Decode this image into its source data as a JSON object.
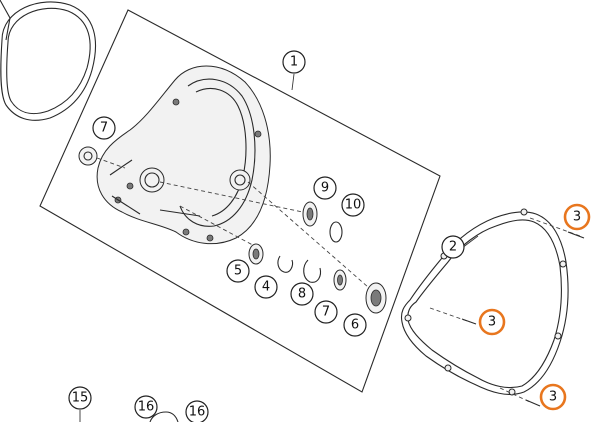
{
  "diagram": {
    "highlight_color": "#e8761e",
    "callouts": [
      {
        "id": "c1",
        "label": "1",
        "highlighted": false
      },
      {
        "id": "c2",
        "label": "2",
        "highlighted": false
      },
      {
        "id": "c3a",
        "label": "3",
        "highlighted": true
      },
      {
        "id": "c3b",
        "label": "3",
        "highlighted": true
      },
      {
        "id": "c3c",
        "label": "3",
        "highlighted": true
      },
      {
        "id": "c4",
        "label": "4",
        "highlighted": false
      },
      {
        "id": "c5",
        "label": "5",
        "highlighted": false
      },
      {
        "id": "c6",
        "label": "6",
        "highlighted": false
      },
      {
        "id": "c7a",
        "label": "7",
        "highlighted": false
      },
      {
        "id": "c7b",
        "label": "7",
        "highlighted": false
      },
      {
        "id": "c8",
        "label": "8",
        "highlighted": false
      },
      {
        "id": "c9",
        "label": "9",
        "highlighted": false
      },
      {
        "id": "c10",
        "label": "10",
        "highlighted": false
      },
      {
        "id": "c15",
        "label": "15",
        "highlighted": false
      },
      {
        "id": "c16a",
        "label": "16",
        "highlighted": false
      },
      {
        "id": "c16b",
        "label": "16",
        "highlighted": false
      }
    ]
  }
}
